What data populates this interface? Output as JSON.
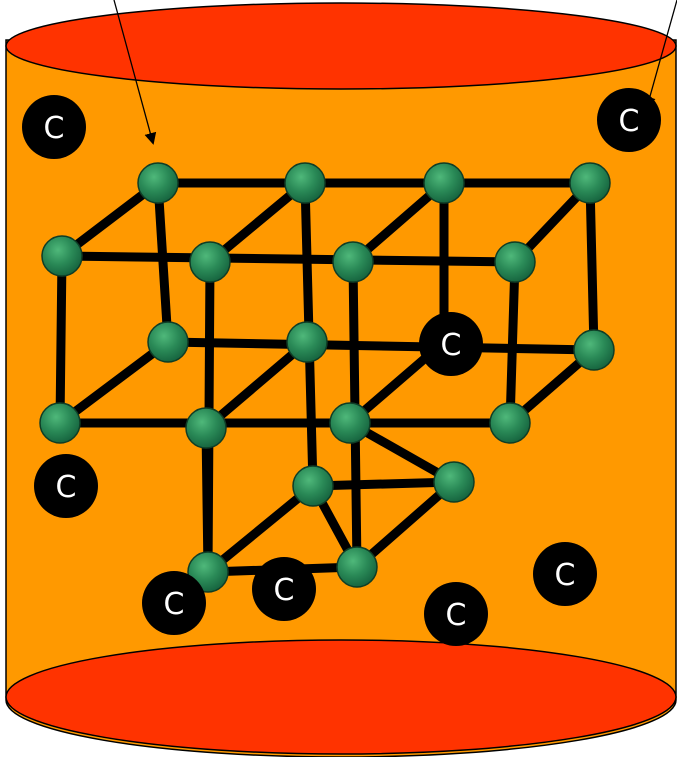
{
  "title": "",
  "colors": {
    "cylinder_body": "#FF9900",
    "cylinder_caps": "#FF3300",
    "outline": "#000000",
    "lattice_bond": "#000000",
    "atom_fill": "#2E8B57",
    "carbon_fill": "#000000",
    "carbon_text": "#FFFFFF"
  },
  "carbon_atom_label": "C",
  "carbon_atoms": [
    {
      "id": 1,
      "label": "C"
    },
    {
      "id": 2,
      "label": "C"
    },
    {
      "id": 3,
      "label": "C"
    },
    {
      "id": 4,
      "label": "C"
    },
    {
      "id": 5,
      "label": "C"
    },
    {
      "id": 6,
      "label": "C"
    },
    {
      "id": 7,
      "label": "C"
    },
    {
      "id": 8,
      "label": "C"
    }
  ],
  "annotation_arrows": [
    {
      "id": "arrow-left"
    },
    {
      "id": "arrow-right"
    }
  ]
}
